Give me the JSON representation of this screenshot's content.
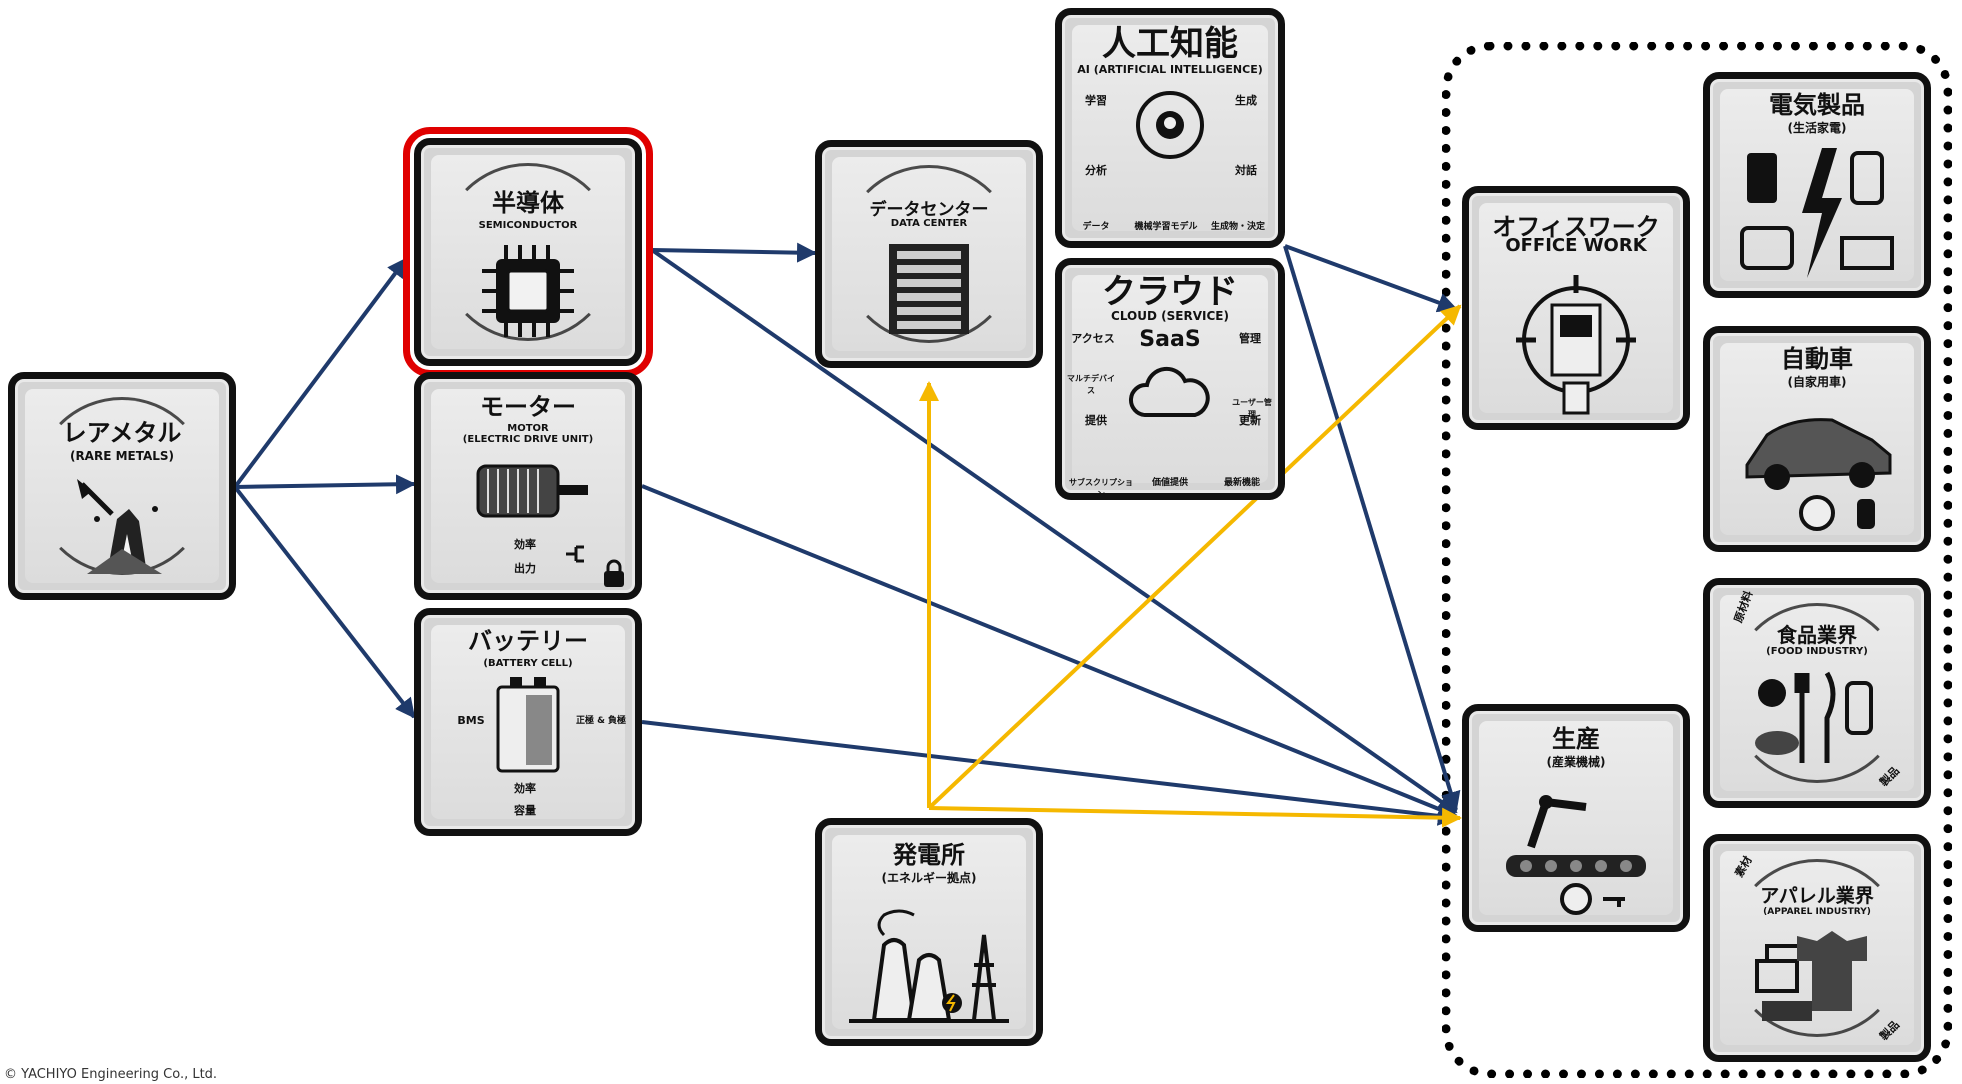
{
  "nodes": {
    "rare_metals": {
      "title": "レアメタル",
      "sub": "(RARE METALS)"
    },
    "semiconductor": {
      "title": "半導体",
      "sub": "SEMICONDUCTOR"
    },
    "motor": {
      "title": "モーター",
      "sub": "MOTOR\n(ELECTRIC DRIVE UNIT)",
      "efficiency": "効率",
      "output": "出力"
    },
    "battery": {
      "title": "バッテリー",
      "sub": "(BATTERY CELL)",
      "bms": "BMS",
      "electrodes": "正極 & 負極",
      "efficiency": "効率",
      "capacity": "容量"
    },
    "datacenter": {
      "title": "データセンター",
      "sub": "DATA CENTER"
    },
    "ai": {
      "title": "人工知能",
      "sub": "AI (ARTIFICIAL INTELLIGENCE)",
      "learning": "学習",
      "creation": "生成",
      "analysis": "分析",
      "dialogue": "対話",
      "data": "データ",
      "model": "機械学習モデル",
      "output": "生成物・決定"
    },
    "cloud": {
      "title": "クラウド",
      "sub": "CLOUD (SERVICE)",
      "saas": "SaaS",
      "access": "アクセス",
      "manage": "管理",
      "provide": "提供",
      "update": "更新",
      "subscription": "サブスクリプション",
      "value": "価値提供",
      "features": "最新機能",
      "users": "ユーザー管理",
      "multidevice": "マルチデバイス"
    },
    "power": {
      "title": "発電所",
      "sub": "(エネルギー拠点)"
    },
    "office": {
      "title": "オフィスワーク",
      "sub": "OFFICE WORK"
    },
    "production": {
      "title": "生産",
      "sub": "(産業機械)"
    },
    "appliances": {
      "title": "電気製品",
      "sub": "(生活家電)"
    },
    "car": {
      "title": "自動車",
      "sub": "(自家用車)"
    },
    "food": {
      "title": "食品業界",
      "sub": "(FOOD INDUSTRY)",
      "ingredients": "原材料",
      "products": "製品"
    },
    "apparel": {
      "title": "アパレル業界",
      "sub": "(APPAREL INDUSTRY)",
      "materials": "素材",
      "products": "製品"
    }
  },
  "colors": {
    "flow_arrow": "#1f3a6b",
    "energy_arrow": "#f5b800",
    "highlight": "#e00000"
  },
  "copyright": "© YACHIYO Engineering Co., Ltd."
}
